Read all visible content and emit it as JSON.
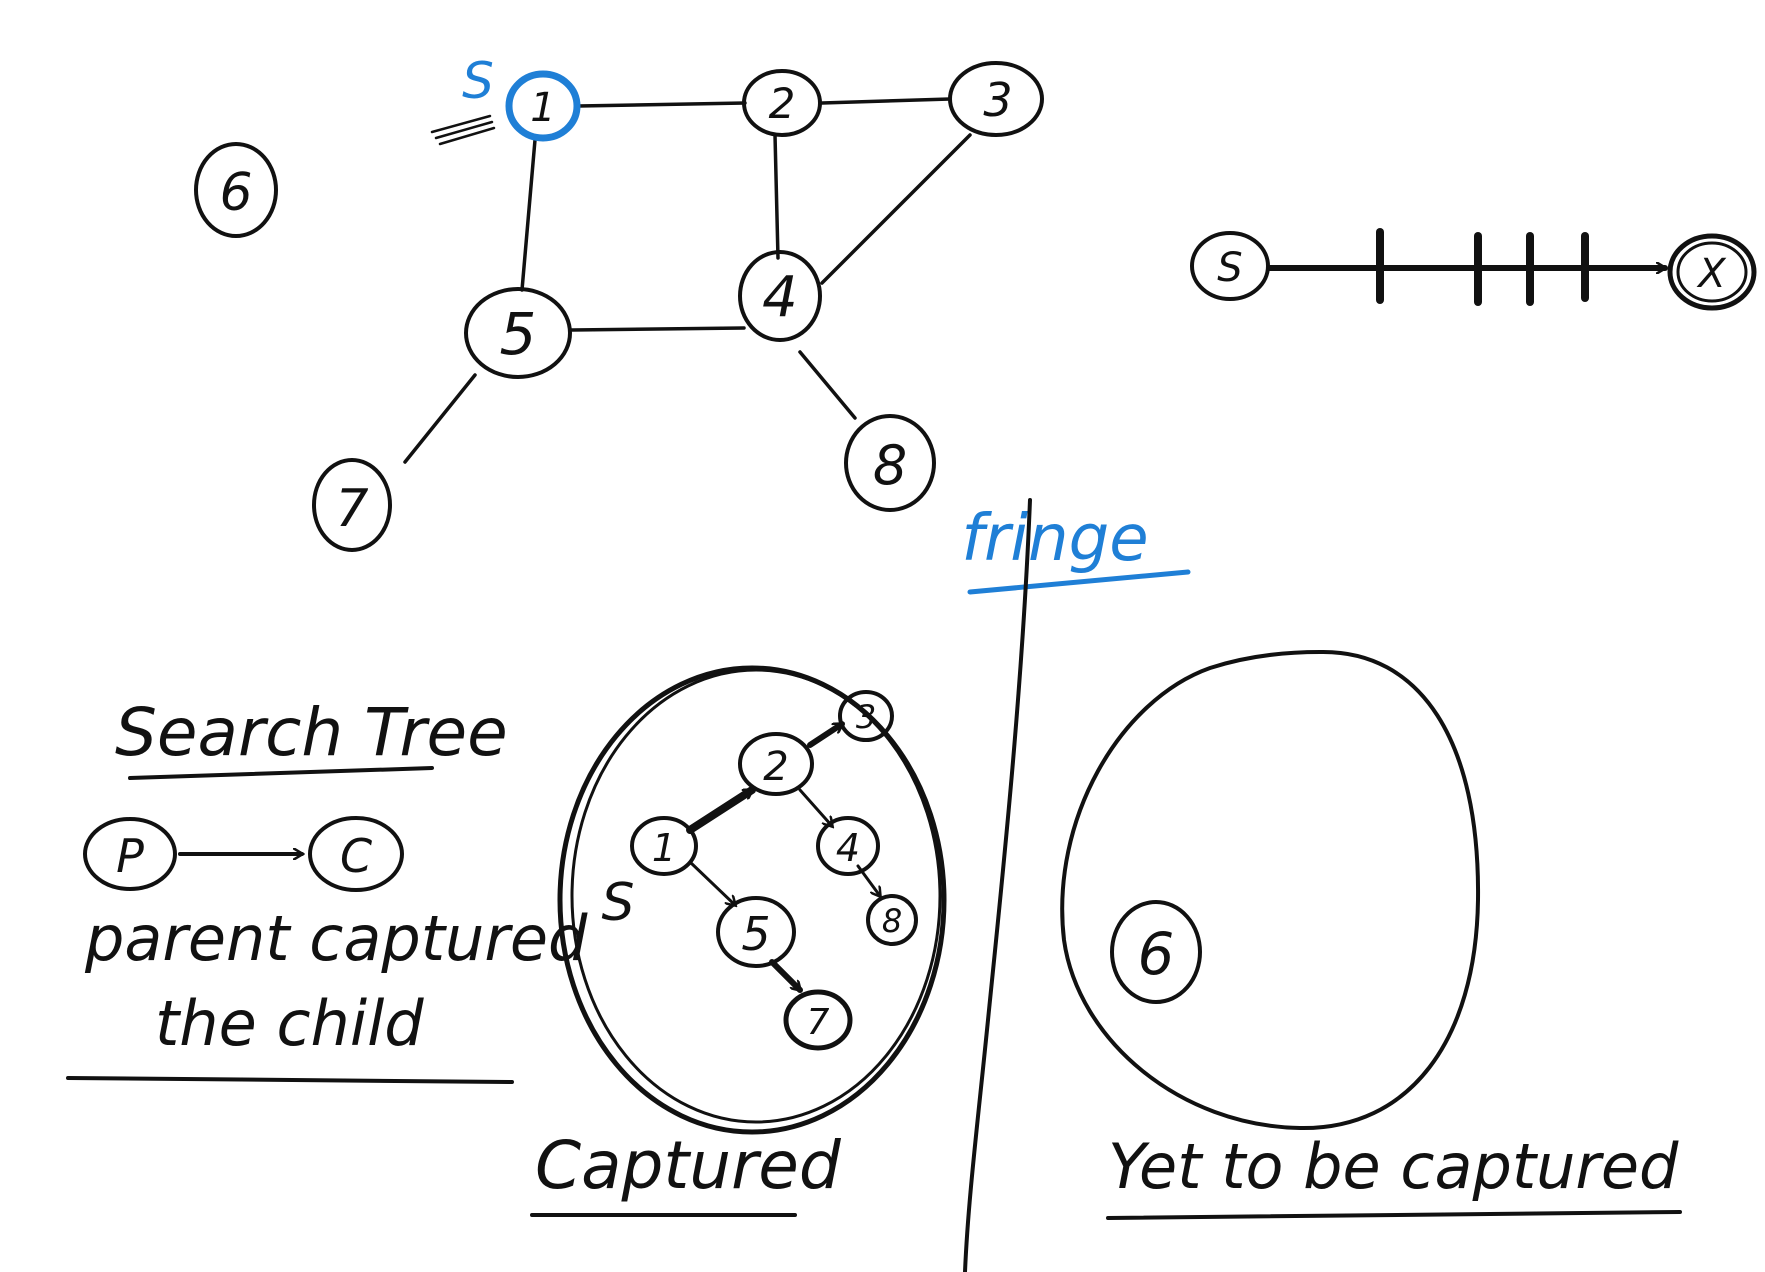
{
  "graph": {
    "source_label": "S",
    "nodes": [
      "1",
      "2",
      "3",
      "4",
      "5",
      "6",
      "7",
      "8"
    ]
  },
  "path_example": {
    "start": "S",
    "end": "X"
  },
  "fringe_label": "fringe",
  "search_tree": {
    "title": "Search Tree",
    "parent": "P",
    "child": "C",
    "caption_line1": "parent captured",
    "caption_line2": "the child"
  },
  "captured": {
    "label": "Captured",
    "source_label": "S",
    "nodes": [
      "1",
      "2",
      "3",
      "4",
      "5",
      "7",
      "8"
    ]
  },
  "uncaptured": {
    "label": "Yet to be captured",
    "nodes": [
      "6"
    ]
  },
  "colors": {
    "ink": "#111111",
    "highlight": "#1f7fd6"
  }
}
